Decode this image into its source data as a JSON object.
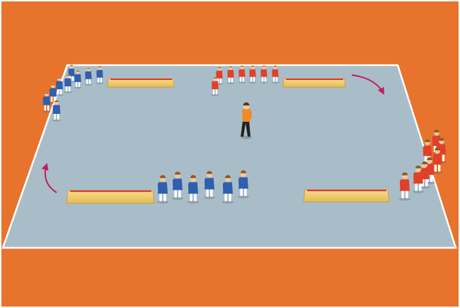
{
  "colors": {
    "floor_outer": "#E8732D",
    "court": "#A9BDC9",
    "court_line": "#FFFFFF",
    "team_a": "#2F5FAE",
    "team_b": "#E0402A",
    "bench": "#F2CF72",
    "bench_stripe": "#E03A2A",
    "arrow": "#C21E62",
    "coach": "#F08A24"
  },
  "diagram": {
    "groups": [
      {
        "team": "team_a",
        "area": "top-left",
        "count": 9
      },
      {
        "team": "team_b",
        "area": "top-center",
        "count": 7
      },
      {
        "team": "team_b",
        "area": "right",
        "count": 8
      },
      {
        "team": "team_a",
        "area": "bottom-center",
        "count": 6
      }
    ],
    "benches": [
      "top-left",
      "top-right",
      "bottom-left",
      "bottom-right"
    ],
    "arrows": [
      "top-right",
      "bottom-left"
    ],
    "coach": {
      "area": "center",
      "icon": "coach-figure-icon"
    },
    "player_icon": "player-figure-icon"
  }
}
